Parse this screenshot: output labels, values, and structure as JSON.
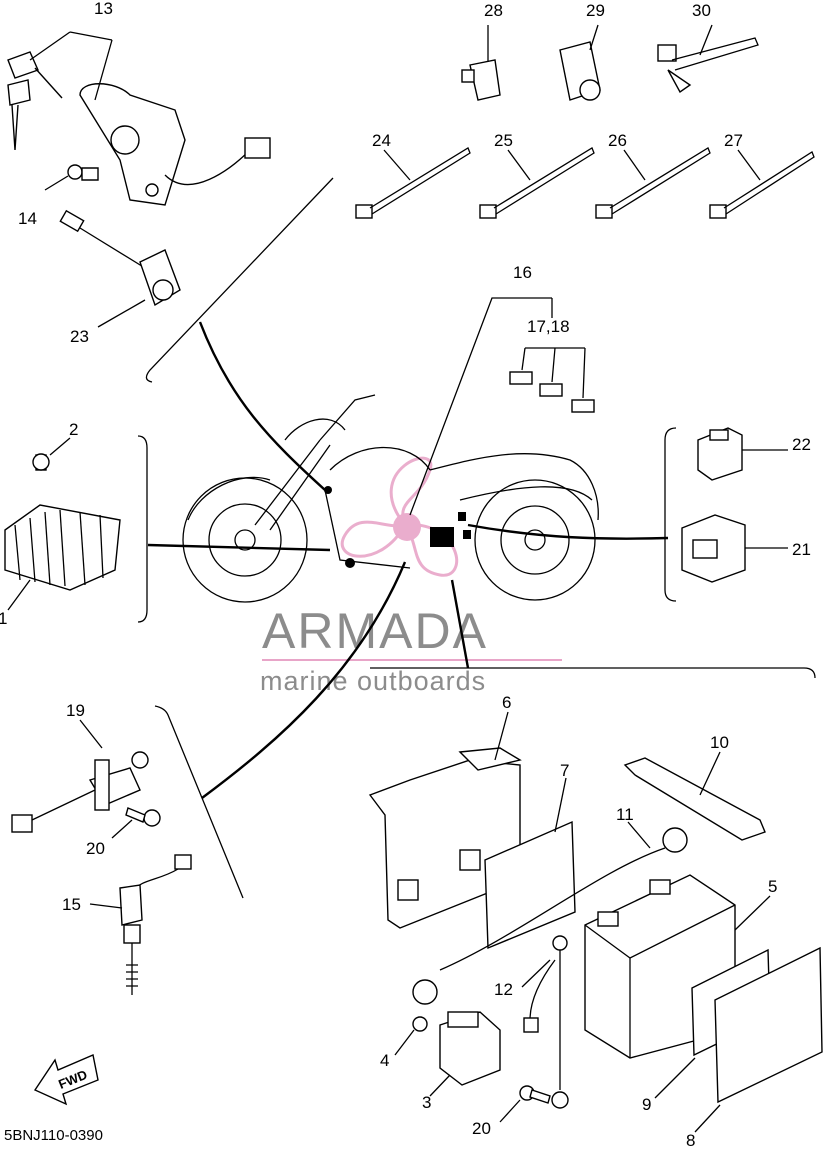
{
  "diagram": {
    "reference_code": "5BNJ110-0390",
    "forward_marker": "FWD",
    "watermark": {
      "brand": "ARMADA",
      "tagline": "marine outboards",
      "accent_color": "#e8a5c8",
      "text_color": "#8c8c8c"
    },
    "callouts": [
      {
        "id": "1",
        "label": "1"
      },
      {
        "id": "2",
        "label": "2"
      },
      {
        "id": "3",
        "label": "3"
      },
      {
        "id": "4",
        "label": "4"
      },
      {
        "id": "5",
        "label": "5"
      },
      {
        "id": "6",
        "label": "6"
      },
      {
        "id": "7",
        "label": "7"
      },
      {
        "id": "8",
        "label": "8"
      },
      {
        "id": "9",
        "label": "9"
      },
      {
        "id": "10",
        "label": "10"
      },
      {
        "id": "11",
        "label": "11"
      },
      {
        "id": "12",
        "label": "12"
      },
      {
        "id": "13",
        "label": "13"
      },
      {
        "id": "14",
        "label": "14"
      },
      {
        "id": "15",
        "label": "15"
      },
      {
        "id": "16",
        "label": "16"
      },
      {
        "id": "17-18",
        "label": "17,18"
      },
      {
        "id": "19",
        "label": "19"
      },
      {
        "id": "20a",
        "label": "20"
      },
      {
        "id": "20b",
        "label": "20"
      },
      {
        "id": "21",
        "label": "21"
      },
      {
        "id": "22",
        "label": "22"
      },
      {
        "id": "23",
        "label": "23"
      },
      {
        "id": "24",
        "label": "24"
      },
      {
        "id": "25",
        "label": "25"
      },
      {
        "id": "26",
        "label": "26"
      },
      {
        "id": "27",
        "label": "27"
      },
      {
        "id": "28",
        "label": "28"
      },
      {
        "id": "29",
        "label": "29"
      },
      {
        "id": "30",
        "label": "30"
      }
    ]
  }
}
